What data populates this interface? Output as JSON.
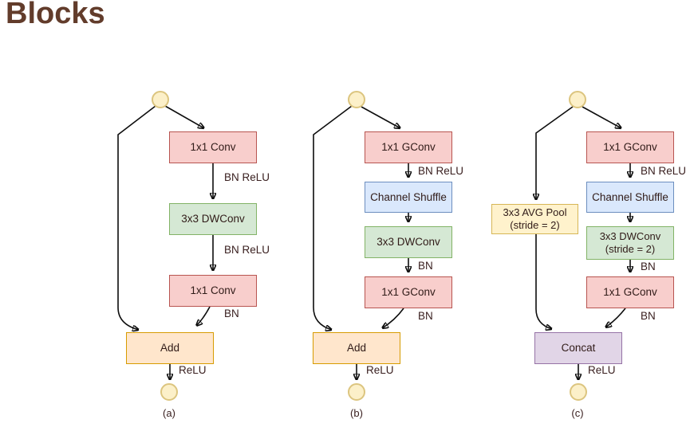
{
  "title": "Blocks",
  "palette": {
    "title_text": "#623c2b",
    "diagram_text": "#3a2020",
    "edge_line": "#0d0d0d",
    "conv_fill": "#f8cecc",
    "conv_stroke": "#b85450",
    "dwconv_fill": "#d5e8d4",
    "dwconv_stroke": "#82b366",
    "shuffle_fill": "#dae8fc",
    "shuffle_stroke": "#6c8ebf",
    "add_fill": "#ffe6cc",
    "add_stroke": "#d79b00",
    "pool_fill": "#fff2cc",
    "pool_stroke": "#d6b656",
    "concat_fill": "#e1d5e7",
    "concat_stroke": "#9673a6",
    "io_circle_fill": "#fcf0c9",
    "io_circle_stroke": "#dcc57f"
  },
  "diagram_a": {
    "caption": "(a)",
    "conv1": "1x1 Conv",
    "bn_relu_1": "BN ReLU",
    "dwconv": "3x3 DWConv",
    "bn_relu_2": "BN ReLU",
    "conv2": "1x1 Conv",
    "bn": "BN",
    "merge": "Add",
    "relu": "ReLU"
  },
  "diagram_b": {
    "caption": "(b)",
    "gconv1": "1x1 GConv",
    "bn_relu": "BN ReLU",
    "shuffle": "Channel Shuffle",
    "dwconv": "3x3 DWConv",
    "bn_1": "BN",
    "gconv2": "1x1 GConv",
    "bn_2": "BN",
    "merge": "Add",
    "relu": "ReLU"
  },
  "diagram_c": {
    "caption": "(c)",
    "gconv1": "1x1 GConv",
    "bn_relu": "BN ReLU",
    "shuffle": "Channel Shuffle",
    "avgpool_line1": "3x3 AVG Pool",
    "avgpool_line2": "(stride = 2)",
    "dwconv_line1": "3x3 DWConv",
    "dwconv_line2": "(stride = 2)",
    "bn_1": "BN",
    "gconv2": "1x1 GConv",
    "bn_2": "BN",
    "merge": "Concat",
    "relu": "ReLU"
  }
}
